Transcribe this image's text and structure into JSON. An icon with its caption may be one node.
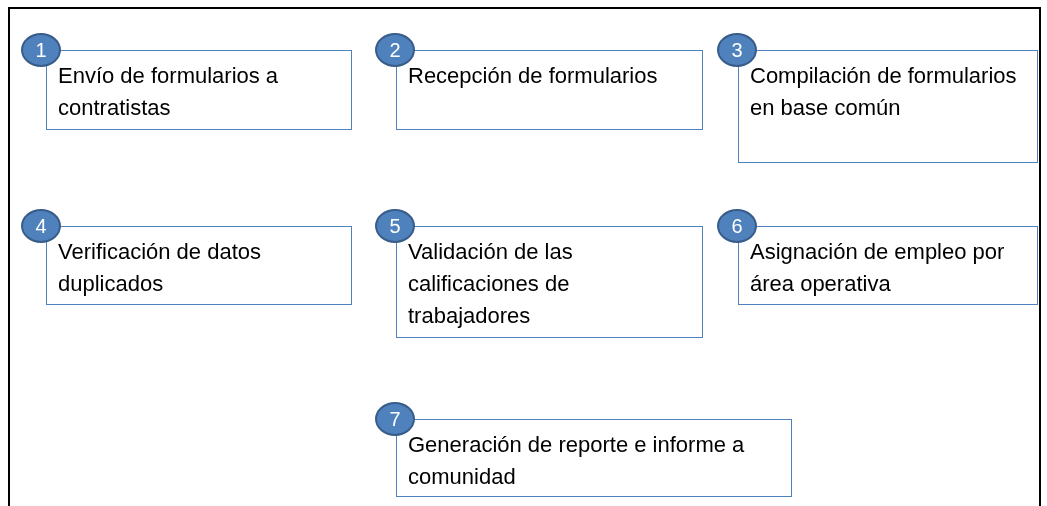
{
  "diagram": {
    "nodes": [
      {
        "text": [
          "1"
        ]
      },
      {
        "text": [
          "Envío de formularios a contratistas"
        ]
      },
      {
        "text": [
          "2"
        ]
      },
      {
        "text": [
          "Recepción de formularios"
        ]
      },
      {
        "text": [
          "3"
        ]
      },
      {
        "text": [
          "Compilación de formularios en base común"
        ]
      },
      {
        "text": [
          "4"
        ]
      },
      {
        "text": [
          "Verificación de datos duplicados"
        ]
      },
      {
        "text": [
          "5"
        ]
      },
      {
        "text": [
          "Validación de las calificaciones de trabajadores"
        ]
      },
      {
        "text": [
          "6"
        ]
      },
      {
        "text": [
          "Asignación de empleo por área operativa"
        ]
      },
      {
        "text": [
          "7"
        ]
      },
      {
        "text": [
          "Generación de reporte e informe a comunidad"
        ]
      }
    ]
  }
}
